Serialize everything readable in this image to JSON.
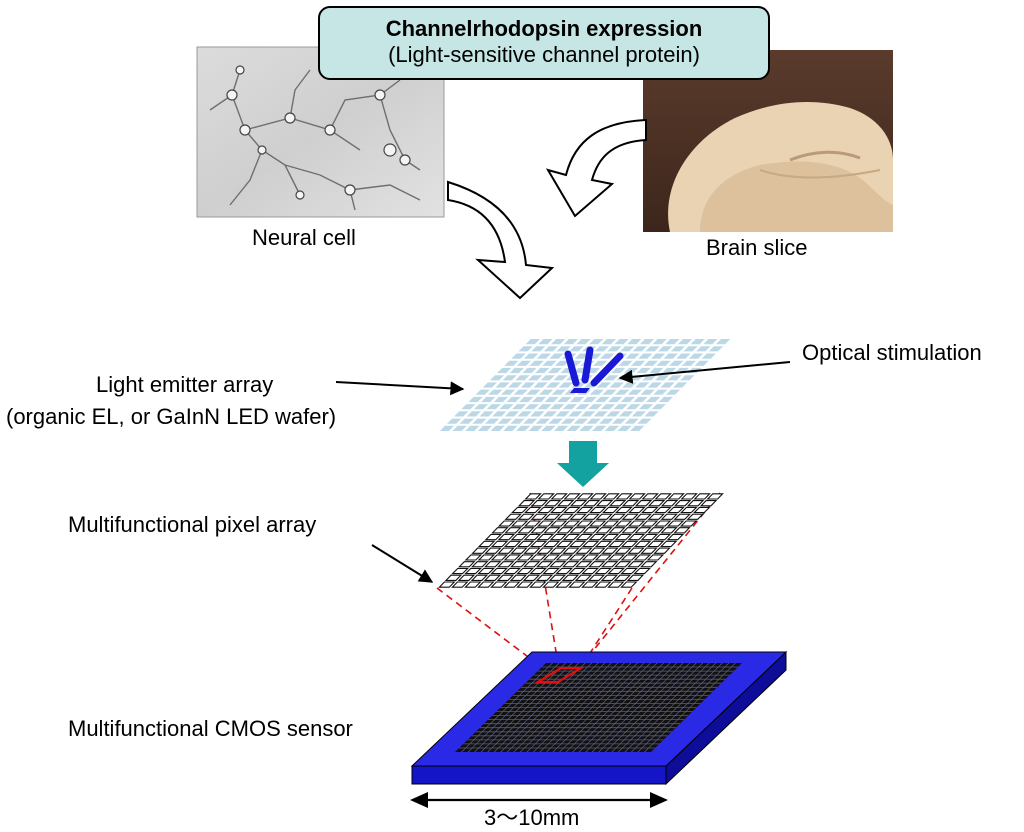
{
  "banner": {
    "title": "Channelrhodopsin expression",
    "subtitle": "(Light-sensitive channel protein)"
  },
  "labels": {
    "neural_cell": "Neural cell",
    "brain_slice": "Brain slice",
    "optical_stimulation": "Optical stimulation",
    "light_emitter_line1": "Light emitter array",
    "light_emitter_line2": "(organic EL, or GaInN LED wafer)",
    "pixel_array": "Multifunctional pixel array",
    "cmos_sensor": "Multifunctional CMOS sensor",
    "dimension": "3～10mm"
  },
  "colors": {
    "banner_fill": "#c5e6e4",
    "emitter_cell": "#bcd8e6",
    "stimulation": "#1a1ad6",
    "teal_arrow": "#13a2a0",
    "sensor_blue": "#2a2ae6",
    "zoom_lines": "#e01010"
  }
}
